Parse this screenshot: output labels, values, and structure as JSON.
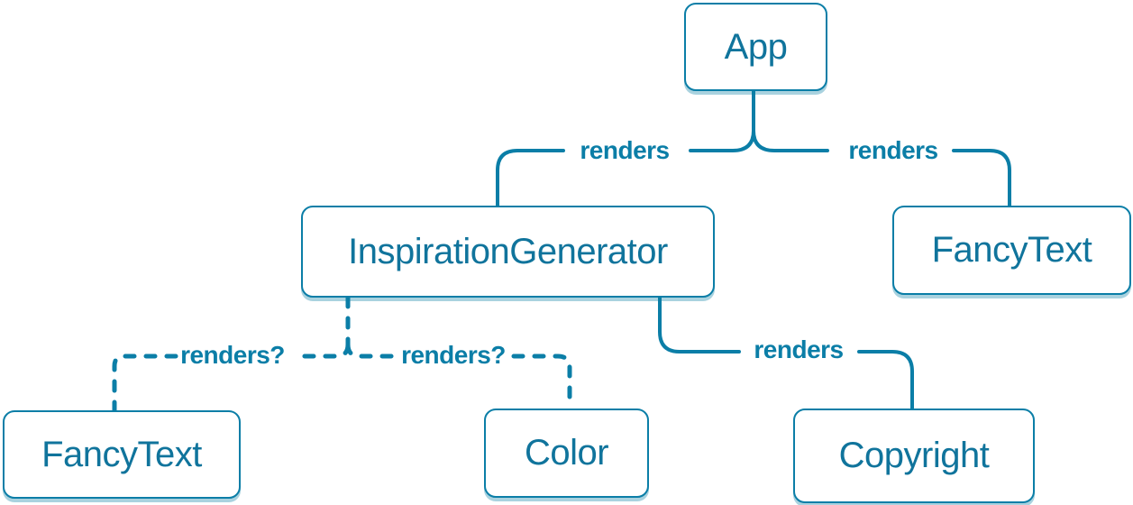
{
  "colors": {
    "accent": "#0b7ea7",
    "node_text": "#10749c",
    "node_fill": "#ffffff",
    "shadow": "rgba(8,126,164,0.35)"
  },
  "diagram": {
    "type": "component-render-tree",
    "nodes": [
      {
        "id": "app",
        "label": "App"
      },
      {
        "id": "inspiration-generator",
        "label": "InspirationGenerator"
      },
      {
        "id": "fancy-text-top",
        "label": "FancyText"
      },
      {
        "id": "fancy-text-bottom",
        "label": "FancyText"
      },
      {
        "id": "color",
        "label": "Color"
      },
      {
        "id": "copyright",
        "label": "Copyright"
      }
    ],
    "edges": [
      {
        "from": "App",
        "to": "InspirationGenerator",
        "label": "renders",
        "style": "solid"
      },
      {
        "from": "App",
        "to": "FancyText",
        "label": "renders",
        "style": "solid"
      },
      {
        "from": "InspirationGenerator",
        "to": "FancyText",
        "label": "renders?",
        "style": "dashed"
      },
      {
        "from": "InspirationGenerator",
        "to": "Color",
        "label": "renders?",
        "style": "dashed"
      },
      {
        "from": "InspirationGenerator",
        "to": "Copyright",
        "label": "renders",
        "style": "solid"
      }
    ]
  }
}
